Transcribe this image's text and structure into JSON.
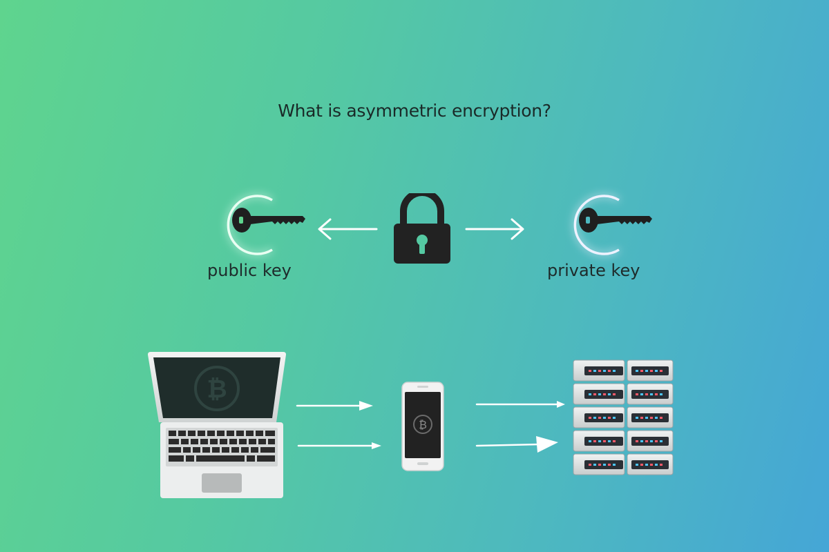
{
  "title": "What is asymmetric encryption?",
  "keys": {
    "public_label": "public key",
    "private_label": "private key"
  },
  "colors": {
    "public_glow": "#b6ffd6",
    "private_glow": "#b9c9ff",
    "icon_dark": "#222222",
    "arrow": "#ffffff"
  },
  "icons": {
    "public_key": "key-icon",
    "private_key": "key-icon",
    "lock": "padlock-icon",
    "laptop": "laptop-icon",
    "phone": "smartphone-icon",
    "server": "server-rack-icon",
    "bitcoin": "bitcoin-icon"
  }
}
